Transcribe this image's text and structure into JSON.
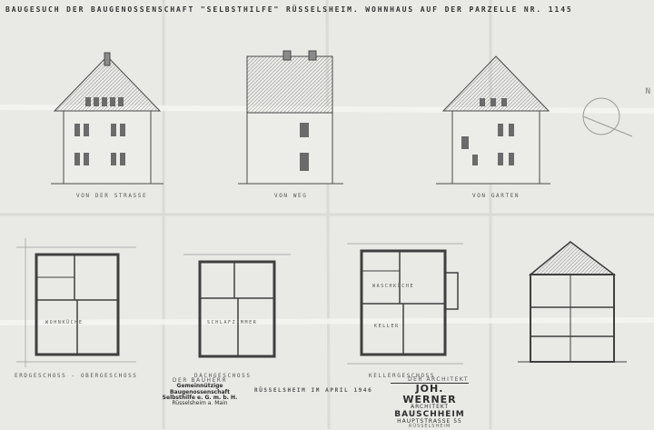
{
  "title": "BAUGESUCH DER BAUGENOSSENSCHAFT \"SELBSTHILFE\" RÜSSELSHEIM. WOHNHAUS AUF DER PARZELLE NR. 1145",
  "elevations": {
    "street": "VON DER STRASSE",
    "path": "VON WEG",
    "garden": "VON GARTEN"
  },
  "plans": {
    "ground_upper": "ERDGESCHOSS - OBERGESCHOSS",
    "attic": "DACHGESCHOSS",
    "cellar": "KELLERGESCHOSS"
  },
  "rooms": {
    "wohnkueche": "WOHNKÜCHE",
    "schlafzimmer": "SCHLAFZIMMER",
    "waschkueche": "WASCHKÜCHE",
    "keller": "KELLER"
  },
  "date_line": "RÜSSELSHEIM IM APRIL 1946",
  "owner_stamp": {
    "heading": "DER BAUHERR",
    "line1": "Gemeinnützige Baugenossenschaft",
    "line2": "Selbsthilfe e. G. m. b. H.",
    "line3": "Rüsselsheim a. Main"
  },
  "architect_stamp": {
    "heading": "DER ARCHITEKT",
    "name": "JOH. WERNER",
    "role": "ARCHITEKT",
    "town": "BAUSCHHEIM",
    "street": "HAUPTSTRASSE 55",
    "extra": "RÜSSELSHEIM"
  },
  "side_mark": "N"
}
